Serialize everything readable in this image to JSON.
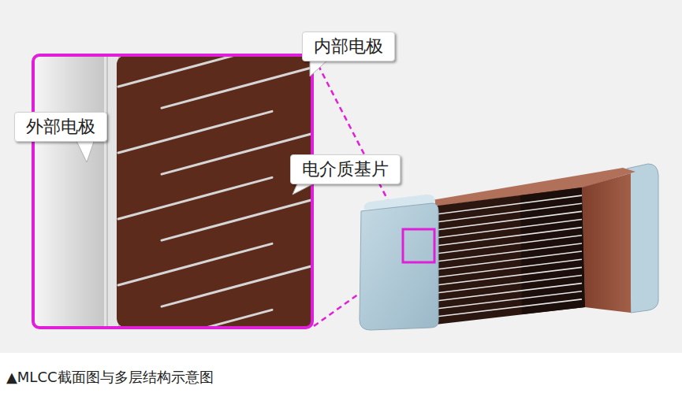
{
  "diagram": {
    "caption": "▲MLCC截面图与多层结构示意图",
    "nodes": [
      {
        "text": [
          "内部电极"
        ]
      },
      {
        "text": [
          "外部电极"
        ]
      },
      {
        "text": [
          "电介质基片"
        ]
      }
    ]
  }
}
